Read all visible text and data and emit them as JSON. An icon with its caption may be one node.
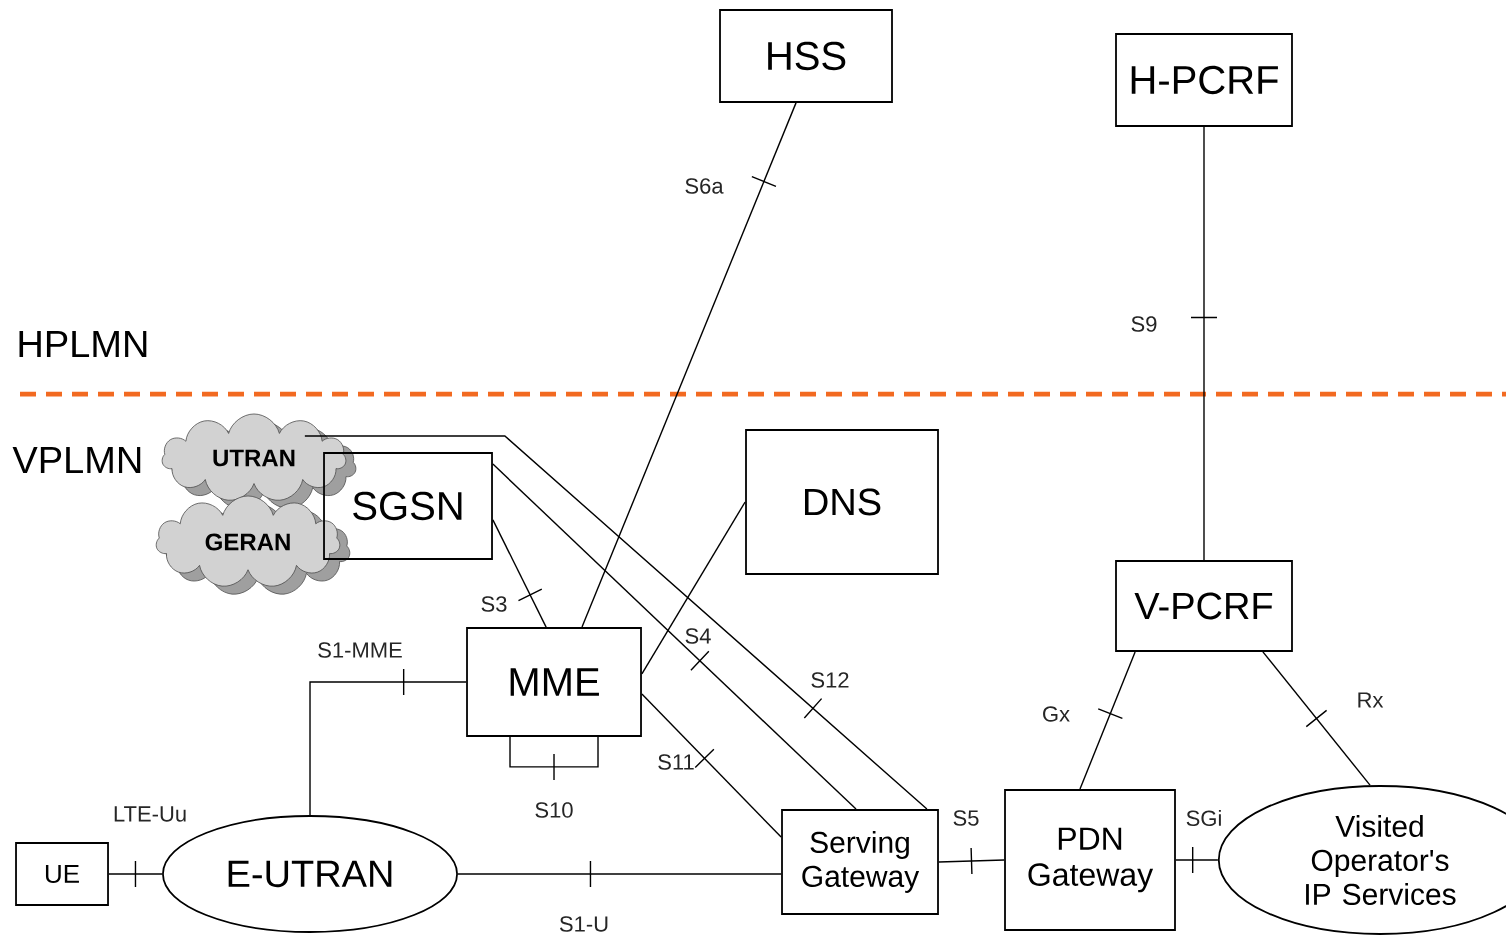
{
  "diagram": {
    "nodes": [
      {
        "text": [
          "HSS"
        ]
      },
      {
        "text": [
          "H-PCRF"
        ]
      },
      {
        "text": [
          "UTRAN"
        ]
      },
      {
        "text": [
          "GERAN"
        ]
      },
      {
        "text": [
          "SGSN"
        ]
      },
      {
        "text": [
          "DNS"
        ]
      },
      {
        "text": [
          "MME"
        ]
      },
      {
        "text": [
          "V-PCRF"
        ]
      },
      {
        "text": [
          "UE"
        ]
      },
      {
        "text": [
          "E-UTRAN"
        ]
      },
      {
        "text": [
          "Serving Gateway"
        ]
      },
      {
        "text": [
          "PDN Gateway"
        ]
      },
      {
        "text": [
          "Visited Operator's IP Services"
        ]
      }
    ],
    "edges": [
      {
        "from": 6,
        "to": 0,
        "arrow": "none",
        "label": "S6a"
      },
      {
        "from": 1,
        "to": 7,
        "arrow": "none",
        "label": "S9"
      },
      {
        "from": 4,
        "to": 6,
        "arrow": "none",
        "label": "S3"
      },
      {
        "from": 6,
        "to": 5,
        "arrow": "none"
      },
      {
        "from": 9,
        "to": 6,
        "arrow": "none",
        "label": "S1-MME"
      },
      {
        "from": 6,
        "to": 6,
        "arrow": "none",
        "label": "S10"
      },
      {
        "from": 4,
        "to": 10,
        "arrow": "none",
        "label": "S4"
      },
      {
        "from": 2,
        "to": 10,
        "arrow": "none",
        "label": "S12"
      },
      {
        "from": 6,
        "to": 10,
        "arrow": "none",
        "label": "S11"
      },
      {
        "from": 8,
        "to": 9,
        "arrow": "none",
        "label": "LTE-Uu"
      },
      {
        "from": 9,
        "to": 10,
        "arrow": "none",
        "label": "S1-U"
      },
      {
        "from": 10,
        "to": 11,
        "arrow": "none",
        "label": "S5"
      },
      {
        "from": 11,
        "to": 7,
        "arrow": "none",
        "label": "Gx"
      },
      {
        "from": 7,
        "to": 12,
        "arrow": "none",
        "label": "Rx"
      },
      {
        "from": 11,
        "to": 12,
        "arrow": "none",
        "label": "SGi"
      }
    ],
    "labels": [
      "HPLMN",
      "VPLMN"
    ]
  }
}
